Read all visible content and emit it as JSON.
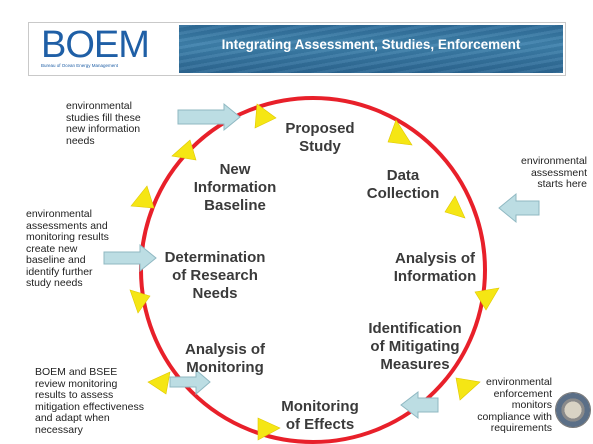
{
  "header": {
    "logo_text": "BOEM",
    "logo_subtitle": "Bureau of Ocean Energy Management",
    "banner_title": "Integrating Assessment, Studies, Enforcement"
  },
  "cycle_nodes": [
    {
      "id": "proposed-study",
      "line1": "Proposed",
      "line2": "Study"
    },
    {
      "id": "data-collection",
      "line1": "Data",
      "line2": "Collection"
    },
    {
      "id": "analysis-information",
      "line1": "Analysis of",
      "line2": "Information"
    },
    {
      "id": "mitigating-measures",
      "line1": "Identification",
      "line2": "of Mitigating",
      "line3": "Measures"
    },
    {
      "id": "monitoring-effects",
      "line1": "Monitoring",
      "line2": "of Effects"
    },
    {
      "id": "analysis-monitoring",
      "line1": "Analysis of",
      "line2": "Monitoring"
    },
    {
      "id": "research-needs",
      "line1": "Determination",
      "line2": "of Research",
      "line3": "Needs"
    },
    {
      "id": "info-baseline",
      "line1": "New",
      "line2": "Information",
      "line3": "Baseline"
    }
  ],
  "notes": {
    "studies": [
      "environmental",
      "studies fill these",
      "new information",
      "needs"
    ],
    "assessment": [
      "environmental",
      "assessment",
      "starts here"
    ],
    "monitoring_results": [
      "environmental",
      "assessments and",
      "monitoring results",
      "create new",
      "baseline and",
      "identify further",
      "study needs"
    ],
    "boem_bsee": [
      "BOEM and BSEE",
      "review monitoring",
      "results to assess",
      "mitigation effectiveness",
      "and adapt when",
      "necessary"
    ],
    "enforcement": [
      "environmental",
      "enforcement",
      "monitors",
      "compliance with",
      "requirements"
    ]
  },
  "colors": {
    "circle": "#e8202a",
    "arrowhead": "#f5e614",
    "block_arrow": "#bcdde3",
    "node_text": "#3a3a3a",
    "banner": "#3f82ad"
  }
}
